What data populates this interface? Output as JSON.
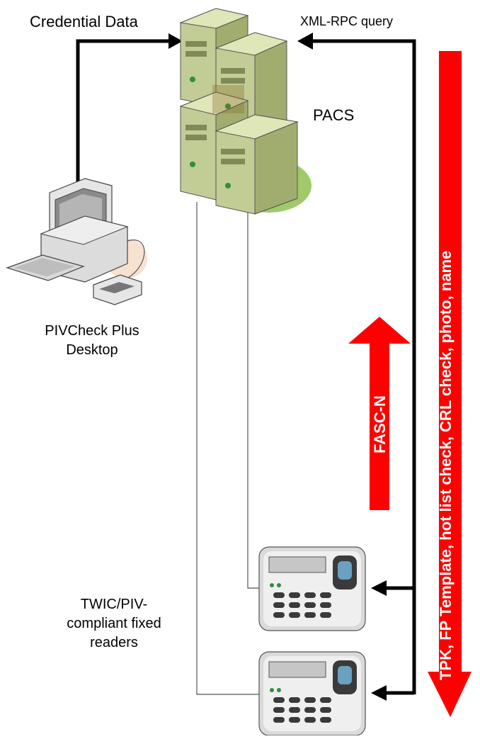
{
  "labels": {
    "credential_data": "Credential Data",
    "xml_rpc_query": "XML-RPC query",
    "pacs": "PACS",
    "desktop_line1": "PIVCheck Plus",
    "desktop_line2": "Desktop",
    "readers_line1": "TWIC/PIV-",
    "readers_line2": "compliant fixed",
    "readers_line3": "readers",
    "fasc_n": "FASC-N",
    "tpk_list": "TPK, FP Template, hot list check, CRL check, photo, name"
  },
  "colors": {
    "arrow_red": "#ff0000",
    "line_black": "#000000",
    "server_green": "#b7c48a",
    "server_dark": "#8c9960",
    "shadow_green": "#8fbf4f"
  },
  "icons": {
    "pacs": "server-cluster-icon",
    "desktop": "desktop-computer-icon",
    "reader": "fingerprint-reader-icon"
  }
}
